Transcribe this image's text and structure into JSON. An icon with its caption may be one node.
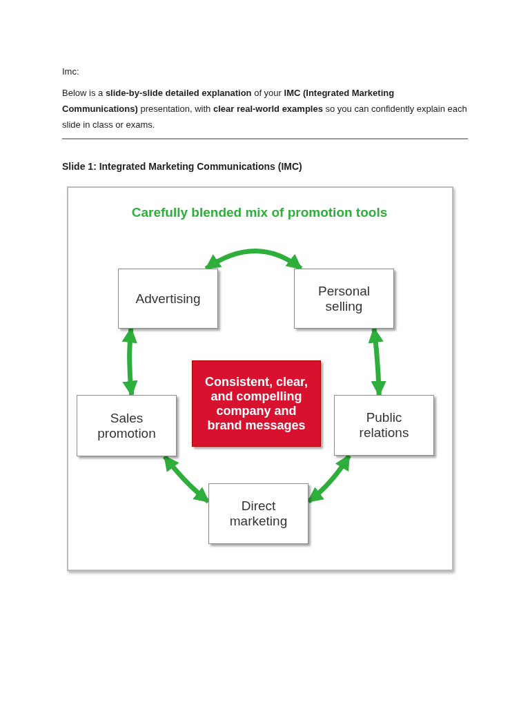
{
  "diagram": {
    "title": "Carefully blended mix of promotion tools",
    "nodes": [
      {
        "text": [
          "Advertising"
        ]
      },
      {
        "text": [
          "Personal selling"
        ]
      },
      {
        "text": [
          "Consistent, clear, and compelling company and brand messages"
        ]
      },
      {
        "text": [
          "Sales promotion"
        ]
      },
      {
        "text": [
          "Public relations"
        ]
      },
      {
        "text": [
          "Direct marketing"
        ]
      }
    ],
    "edges": [
      {
        "from": 0,
        "to": 1,
        "arrow": "both"
      },
      {
        "from": 0,
        "to": 3,
        "arrow": "both"
      },
      {
        "from": 1,
        "to": 4,
        "arrow": "both"
      },
      {
        "from": 3,
        "to": 5,
        "arrow": "both"
      },
      {
        "from": 4,
        "to": 5,
        "arrow": "both"
      }
    ],
    "labels": [
      "Imc:",
      "Below is a **slide-by-slide detailed explanation** of your **IMC (Integrated Marketing Communications)** presentation, with **clear real-world examples** so you can confidently explain each slide in class or exams.",
      "Slide 1: Integrated Marketing Communications (IMC)"
    ]
  }
}
